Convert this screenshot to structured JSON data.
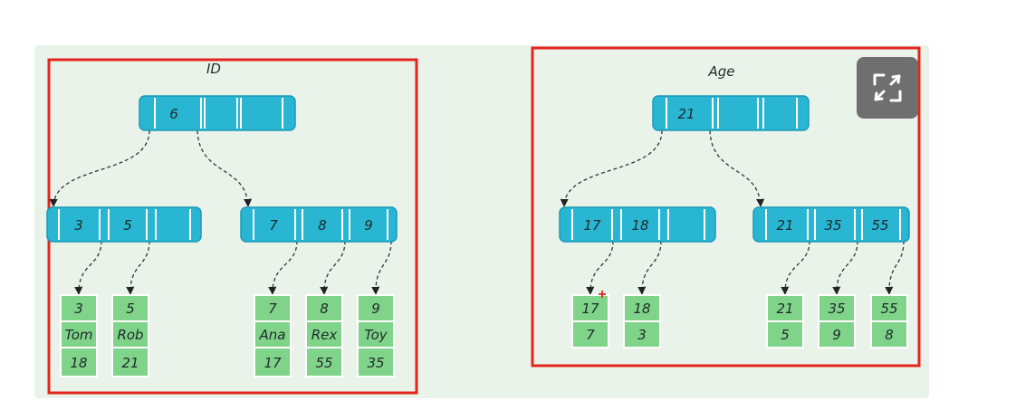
{
  "trees": [
    {
      "title": "ID",
      "root": {
        "keys": [
          "6"
        ]
      },
      "internal": [
        {
          "keys": [
            "3",
            "5"
          ]
        },
        {
          "keys": [
            "7",
            "8",
            "9"
          ]
        }
      ],
      "leaves": [
        {
          "rows": [
            "3",
            "Tom",
            "18"
          ]
        },
        {
          "rows": [
            "5",
            "Rob",
            "21"
          ]
        },
        {
          "rows": [
            "7",
            "Ana",
            "17"
          ]
        },
        {
          "rows": [
            "8",
            "Rex",
            "55"
          ]
        },
        {
          "rows": [
            "9",
            "Toy",
            "35"
          ]
        }
      ]
    },
    {
      "title": "Age",
      "root": {
        "keys": [
          "21"
        ]
      },
      "internal": [
        {
          "keys": [
            "17",
            "18"
          ]
        },
        {
          "keys": [
            "21",
            "35",
            "55"
          ]
        }
      ],
      "leaves": [
        {
          "rows": [
            "17",
            "7"
          ]
        },
        {
          "rows": [
            "18",
            "3"
          ]
        },
        {
          "rows": [
            "21",
            "5"
          ]
        },
        {
          "rows": [
            "35",
            "9"
          ]
        },
        {
          "rows": [
            "55",
            "8"
          ]
        }
      ]
    }
  ],
  "colors": {
    "node_fill": "#29b6d3",
    "leaf_fill": "#7fd48a",
    "highlight_frame": "#e3261b",
    "panel_bg": "#e9f3ea"
  },
  "icons": {
    "expand": "expand-icon"
  }
}
